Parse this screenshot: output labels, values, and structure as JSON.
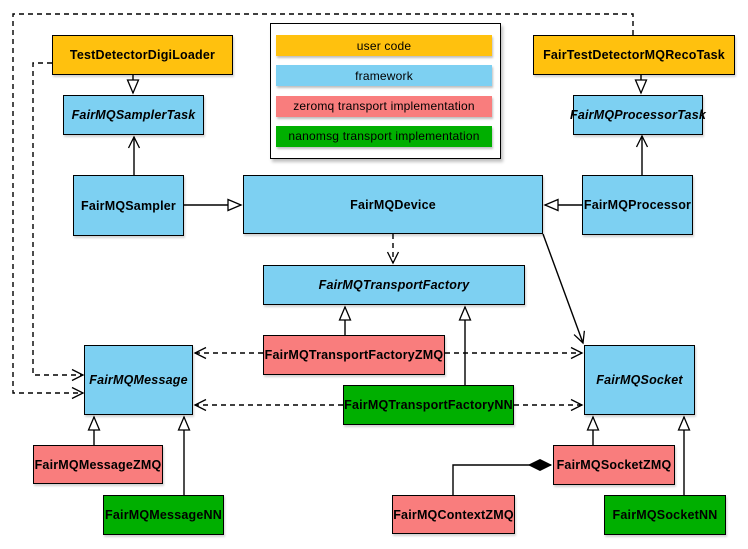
{
  "colors": {
    "user_code": "#FFC10E",
    "framework": "#7DD0F2",
    "zeromq": "#F97D7D",
    "nanomsg": "#00AF00",
    "line": "#000000",
    "background": "#FFFFFF"
  },
  "legend": {
    "items": [
      {
        "label": "user code",
        "type": "user_code"
      },
      {
        "label": "framework",
        "type": "framework"
      },
      {
        "label": "zeromq transport implementation",
        "type": "zeromq"
      },
      {
        "label": "nanomsg transport implementation",
        "type": "nanomsg"
      }
    ]
  },
  "nodes": {
    "testDetectorDigiLoader": {
      "label": "TestDetectorDigiLoader",
      "type": "user_code",
      "abstract": false
    },
    "fairTestDetectorMQRecoTask": {
      "label": "FairTestDetectorMQRecoTask",
      "type": "user_code",
      "abstract": false
    },
    "fairMQSamplerTask": {
      "label": "FairMQSamplerTask",
      "type": "framework",
      "abstract": true
    },
    "fairMQProcessorTask": {
      "label": "FairMQProcessorTask",
      "type": "framework",
      "abstract": true
    },
    "fairMQSampler": {
      "label": "FairMQSampler",
      "type": "framework",
      "abstract": false
    },
    "fairMQDevice": {
      "label": "FairMQDevice",
      "type": "framework",
      "abstract": false
    },
    "fairMQProcessor": {
      "label": "FairMQProcessor",
      "type": "framework",
      "abstract": false
    },
    "fairMQTransportFactory": {
      "label": "FairMQTransportFactory",
      "type": "framework",
      "abstract": true
    },
    "fairMQTransportFactoryZMQ": {
      "label": "FairMQTransportFactoryZMQ",
      "type": "zeromq",
      "abstract": false
    },
    "fairMQTransportFactoryNN": {
      "label": "FairMQTransportFactoryNN",
      "type": "nanomsg",
      "abstract": false
    },
    "fairMQMessage": {
      "label": "FairMQMessage",
      "type": "framework",
      "abstract": true
    },
    "fairMQSocket": {
      "label": "FairMQSocket",
      "type": "framework",
      "abstract": true
    },
    "fairMQMessageZMQ": {
      "label": "FairMQMessageZMQ",
      "type": "zeromq",
      "abstract": false
    },
    "fairMQMessageNN": {
      "label": "FairMQMessageNN",
      "type": "nanomsg",
      "abstract": false
    },
    "fairMQSocketZMQ": {
      "label": "FairMQSocketZMQ",
      "type": "zeromq",
      "abstract": false
    },
    "fairMQSocketNN": {
      "label": "FairMQSocketNN",
      "type": "nanomsg",
      "abstract": false
    },
    "fairMQContextZMQ": {
      "label": "FairMQContextZMQ",
      "type": "zeromq",
      "abstract": false
    }
  }
}
